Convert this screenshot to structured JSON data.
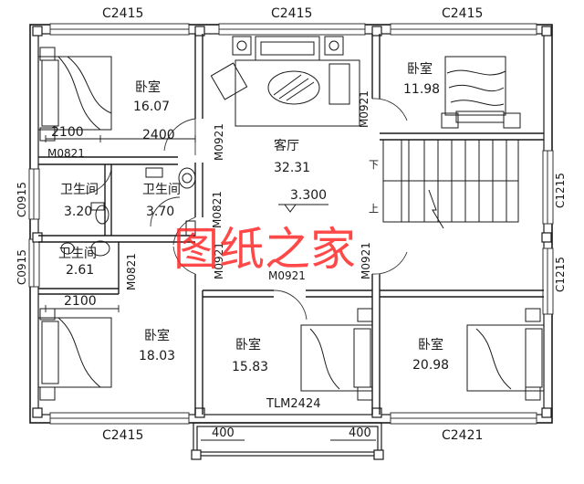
{
  "windows": {
    "top_left": "C2415",
    "top_mid": "C2415",
    "top_right": "C2415",
    "bottom_left": "C2415",
    "bottom_right": "C2421",
    "left_a": "C0915",
    "left_b": "C0915",
    "right_a": "C1215",
    "right_b": "C1215"
  },
  "doors": {
    "bedroom_tl": "M0821",
    "living_left": "M0921",
    "bedroom_tr": "M0921",
    "bath_a": "M0821",
    "bath_b": "M0821",
    "living_lower_left": "M0921",
    "bedroom_bm": "M0921",
    "bedroom_br": "M0921",
    "balcony": "TLM2424"
  },
  "rooms": [
    {
      "name": "卧室",
      "area": "16.07"
    },
    {
      "name": "卧室",
      "area": "11.98"
    },
    {
      "name": "客厅",
      "area": "32.31"
    },
    {
      "name": "卫生间",
      "area": "3.20"
    },
    {
      "name": "卫生间",
      "area": "3.70"
    },
    {
      "name": "卫生间",
      "area": "2.61"
    },
    {
      "name": "卧室",
      "area": "18.03"
    },
    {
      "name": "卧室",
      "area": "15.83"
    },
    {
      "name": "卧室",
      "area": "20.98"
    }
  ],
  "dimensions": {
    "d2100_top": "2100",
    "d2400": "2400",
    "d2100_bottom": "2100",
    "d400_left": "400",
    "d400_right": "400"
  },
  "elevation": "3.300",
  "stairs": {
    "down": "下",
    "up": "上"
  },
  "watermark": "图纸之家"
}
